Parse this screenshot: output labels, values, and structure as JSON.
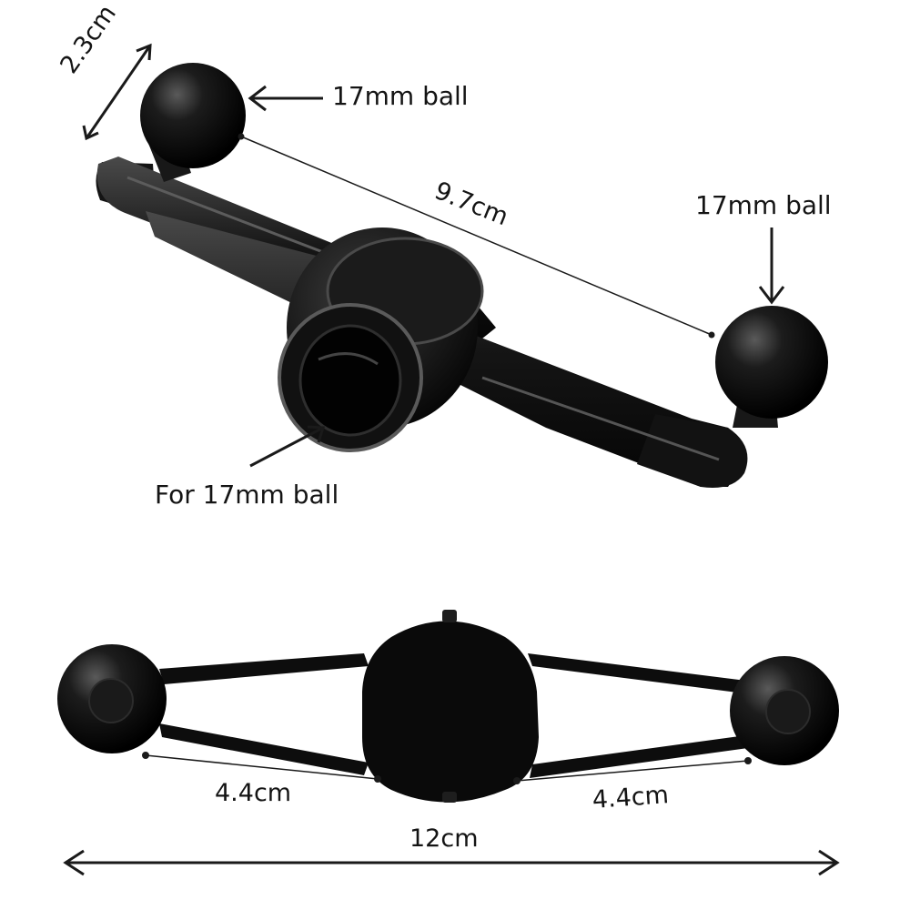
{
  "labels": {
    "ball_top_left": "17mm ball",
    "ball_top_right": "17mm ball",
    "socket": "For 17mm ball",
    "dim_ball_diameter": "2.3cm",
    "dim_arm_length": "9.7cm",
    "dim_left_span": "4.4cm",
    "dim_right_span": "4.4cm",
    "dim_total_width": "12cm"
  },
  "colors": {
    "product": "#0b0b0b",
    "product_highlight": "#3a3a3a",
    "annotation": "#1a1a1a",
    "background": "#ffffff"
  }
}
